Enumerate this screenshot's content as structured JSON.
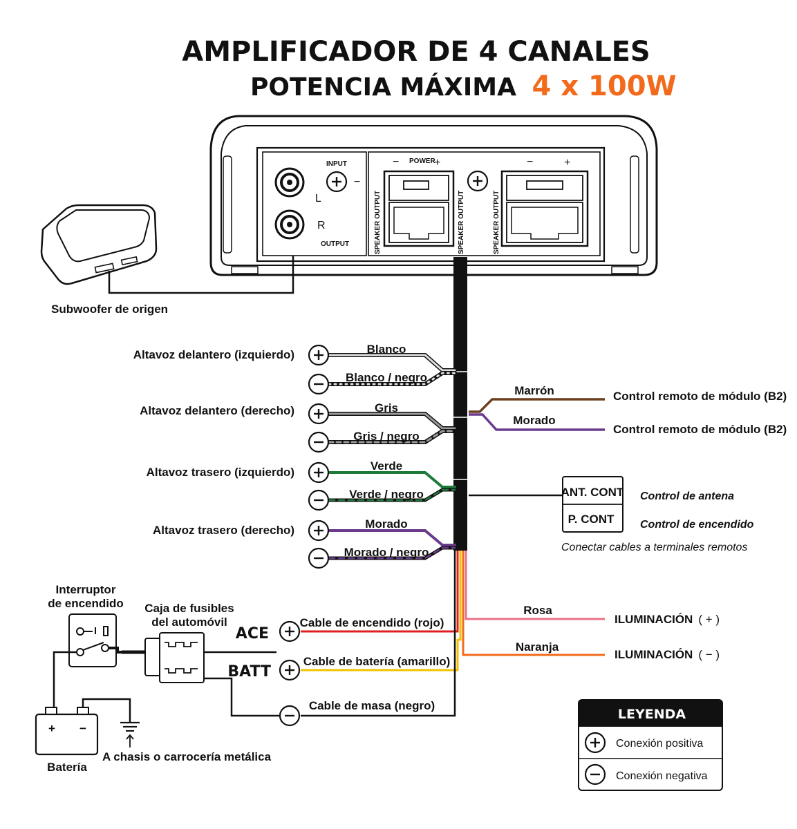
{
  "title": {
    "line1": "AMPLIFICADOR DE 4 CANALES",
    "line2_prefix": "POTENCIA MÁXIMA",
    "line2_highlight": "4 x 100W"
  },
  "amplifier": {
    "input_label": "INPUT",
    "output_label": "OUTPUT",
    "left_label": "L",
    "right_label": "R",
    "power_label": "POWER",
    "speaker_output_label": "SPEAKER OUTPUT",
    "minus": "−",
    "plus": "+"
  },
  "source": {
    "label": "Subwoofer de origen"
  },
  "speakers": [
    {
      "name": "Altavoz delantero (izquierdo)",
      "pos_wire": "Blanco",
      "neg_wire": "Blanco / negro",
      "pos_color": "#d9d9d9",
      "neg_color": "#d9d9d9"
    },
    {
      "name": "Altavoz delantero (derecho)",
      "pos_wire": "Gris",
      "neg_wire": "Gris / negro",
      "pos_color": "#9a9a9a",
      "neg_color": "#9a9a9a"
    },
    {
      "name": "Altavoz trasero (izquierdo)",
      "pos_wire": "Verde",
      "neg_wire": "Verde / negro",
      "pos_color": "#1e7a3a",
      "neg_color": "#1e7a3a"
    },
    {
      "name": "Altavoz trasero (derecho)",
      "pos_wire": "Morado",
      "neg_wire": "Morado / negro",
      "pos_color": "#6a3a8c",
      "neg_color": "#6a3a8c"
    }
  ],
  "remote": [
    {
      "wire": "Marrón",
      "target": "Control remoto de módulo (B2)",
      "color": "#6b3f1d"
    },
    {
      "wire": "Morado",
      "target": "Control remoto de módulo (B2)",
      "color": "#6a3a8c"
    }
  ],
  "control_box": {
    "ant_cont": "ANT. CONT",
    "p_cont": "P. CONT",
    "ant_desc": "Control de antena",
    "p_desc": "Control de encendido",
    "note": "Conectar cables a terminales remotos"
  },
  "illumination": [
    {
      "wire": "Rosa",
      "label": "ILUMINACIÓN",
      "sign": "( + )",
      "color": "#e8708a"
    },
    {
      "wire": "Naranja",
      "label": "ILUMINACIÓN",
      "sign": "( − )",
      "color": "#f26a1b"
    }
  ],
  "power": {
    "switch_label_1": "Interruptor",
    "switch_label_2": "de encendido",
    "fuse_label_1": "Caja de fusibles",
    "fuse_label_2": "del automóvil",
    "ace": "ACE",
    "batt": "BATT",
    "ace_wire": "Cable de encendido (rojo)",
    "batt_wire": "Cable de batería (amarillo)",
    "ground_wire": "Cable de masa (negro)",
    "battery_label": "Batería",
    "chassis_label": "A chasis o carrocería metálica",
    "red": "#e02020",
    "yellow": "#f2c200"
  },
  "legend": {
    "title": "LEYENDA",
    "positive": "Conexión positiva",
    "negative": "Conexión negativa"
  }
}
